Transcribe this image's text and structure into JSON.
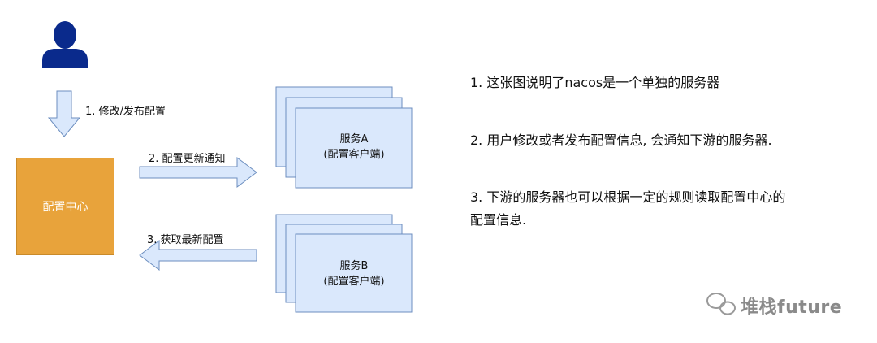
{
  "steps": {
    "modify": "1. 修改/发布配置",
    "notify": "2. 配置更新通知",
    "fetch": "3. 获取最新配置"
  },
  "config_center": "配置中心",
  "servers": [
    {
      "name": "服务A",
      "role": "(配置客户端)"
    },
    {
      "name": "服务B",
      "role": "(配置客户端)"
    }
  ],
  "notes": [
    "1. 这张图说明了nacos是一个单独的服务器",
    "2. 用户修改或者发布配置信息, 会通知下游的服务器.",
    "3. 下游的服务器也可以根据一定的规则读取配置中心的",
    "配置信息."
  ],
  "watermark": "堆栈future",
  "colors": {
    "user_icon": "#0a2a8c",
    "config_center_fill": "#e8a33b",
    "arrow_fill": "#dae8fc",
    "arrow_stroke": "#6c8ebf",
    "server_fill": "#dae8fc",
    "server_stroke": "#6c8ebf"
  },
  "icons": [
    "user-icon",
    "wechat-icon"
  ]
}
